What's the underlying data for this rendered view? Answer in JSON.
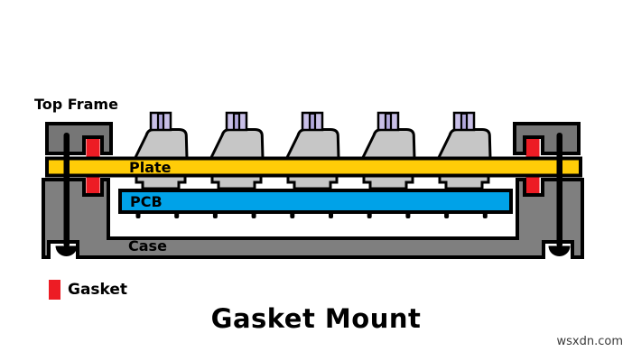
{
  "title": "Gasket Mount",
  "watermark": "wsxdn.com",
  "diagram": {
    "labels": {
      "top_frame": "Top Frame",
      "plate": "Plate",
      "pcb": "PCB",
      "case": "Case"
    },
    "legend": {
      "gasket": "Gasket"
    },
    "switch_count": 5,
    "pcb_pin_count": 10,
    "colors": {
      "plate": "#FFCC08",
      "pcb": "#00A2E8",
      "gasket": "#ED1C24",
      "case": "#7F7F7F",
      "top_frame": "#767676",
      "switch_body": "#C6C6C6",
      "switch_stem": "#C8BFE7",
      "switch_stem_center": "#B1A7DC",
      "outline": "#000000",
      "text": "#000000",
      "watermark": "#3A3A3A"
    }
  }
}
